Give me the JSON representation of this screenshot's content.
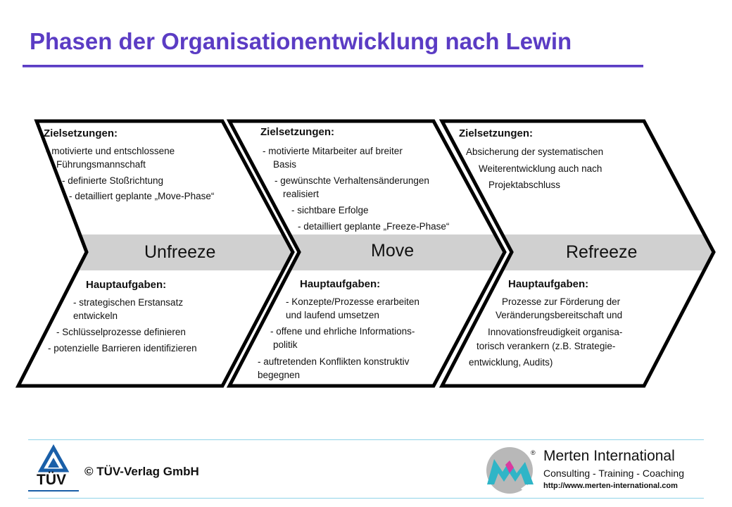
{
  "title": "Phasen der Organisationentwicklung nach Lewin",
  "phases": [
    {
      "label": "Unfreeze",
      "goals_heading": "Zielsetzungen:",
      "goals": [
        "- motivierte und entschlossene",
        "Führungsmannschaft",
        "- definierte Stoßrichtung",
        "- detailliert geplante „Move-Phase“"
      ],
      "tasks_heading": "Hauptaufgaben:",
      "tasks": [
        "- strategischen Erstansatz",
        "entwickeln",
        "- Schlüsselprozesse definieren",
        "- potenzielle Barrieren identifizieren"
      ]
    },
    {
      "label": "Move",
      "goals_heading": "Zielsetzungen:",
      "goals": [
        "- motivierte Mitarbeiter auf breiter",
        "Basis",
        "- gewünschte Verhaltensänderungen",
        "realisiert",
        "- sichtbare Erfolge",
        "- detailliert geplante „Freeze-Phase“"
      ],
      "tasks_heading": "Hauptaufgaben:",
      "tasks": [
        "- Konzepte/Prozesse erarbeiten",
        "und laufend umsetzen",
        "- offene und ehrliche Informations-",
        "politik",
        "- auftretenden Konflikten konstruktiv",
        "begegnen"
      ]
    },
    {
      "label": "Refreeze",
      "goals_heading": "Zielsetzungen:",
      "goals": [
        "Absicherung der systematischen",
        "Weiterentwicklung auch nach",
        "Projektabschluss"
      ],
      "tasks_heading": "Hauptaufgaben:",
      "tasks": [
        "Prozesse zur Förderung der",
        "Veränderungsbereitschaft und",
        "Innovationsfreudigkeit organisa-",
        "torisch verankern (z.B. Strategie-",
        "entwicklung, Audits)"
      ]
    }
  ],
  "footer": {
    "copyright": "©  TÜV-Verlag GmbH",
    "tuv_logo_text": "TÜV",
    "company": "Merten International",
    "tagline": "Consulting - Training - Coaching",
    "url": "http://www.merten-international.com",
    "registered_mark": "®"
  },
  "colors": {
    "title": "#5b3cc4",
    "band": "#d0d0d0",
    "footer_rule": "#8fd3e8",
    "tuv_blue": "#1a5fa8",
    "merten_teal": "#2fb5c7",
    "merten_magenta": "#d93aa0",
    "merten_gray": "#b8b8b8"
  }
}
